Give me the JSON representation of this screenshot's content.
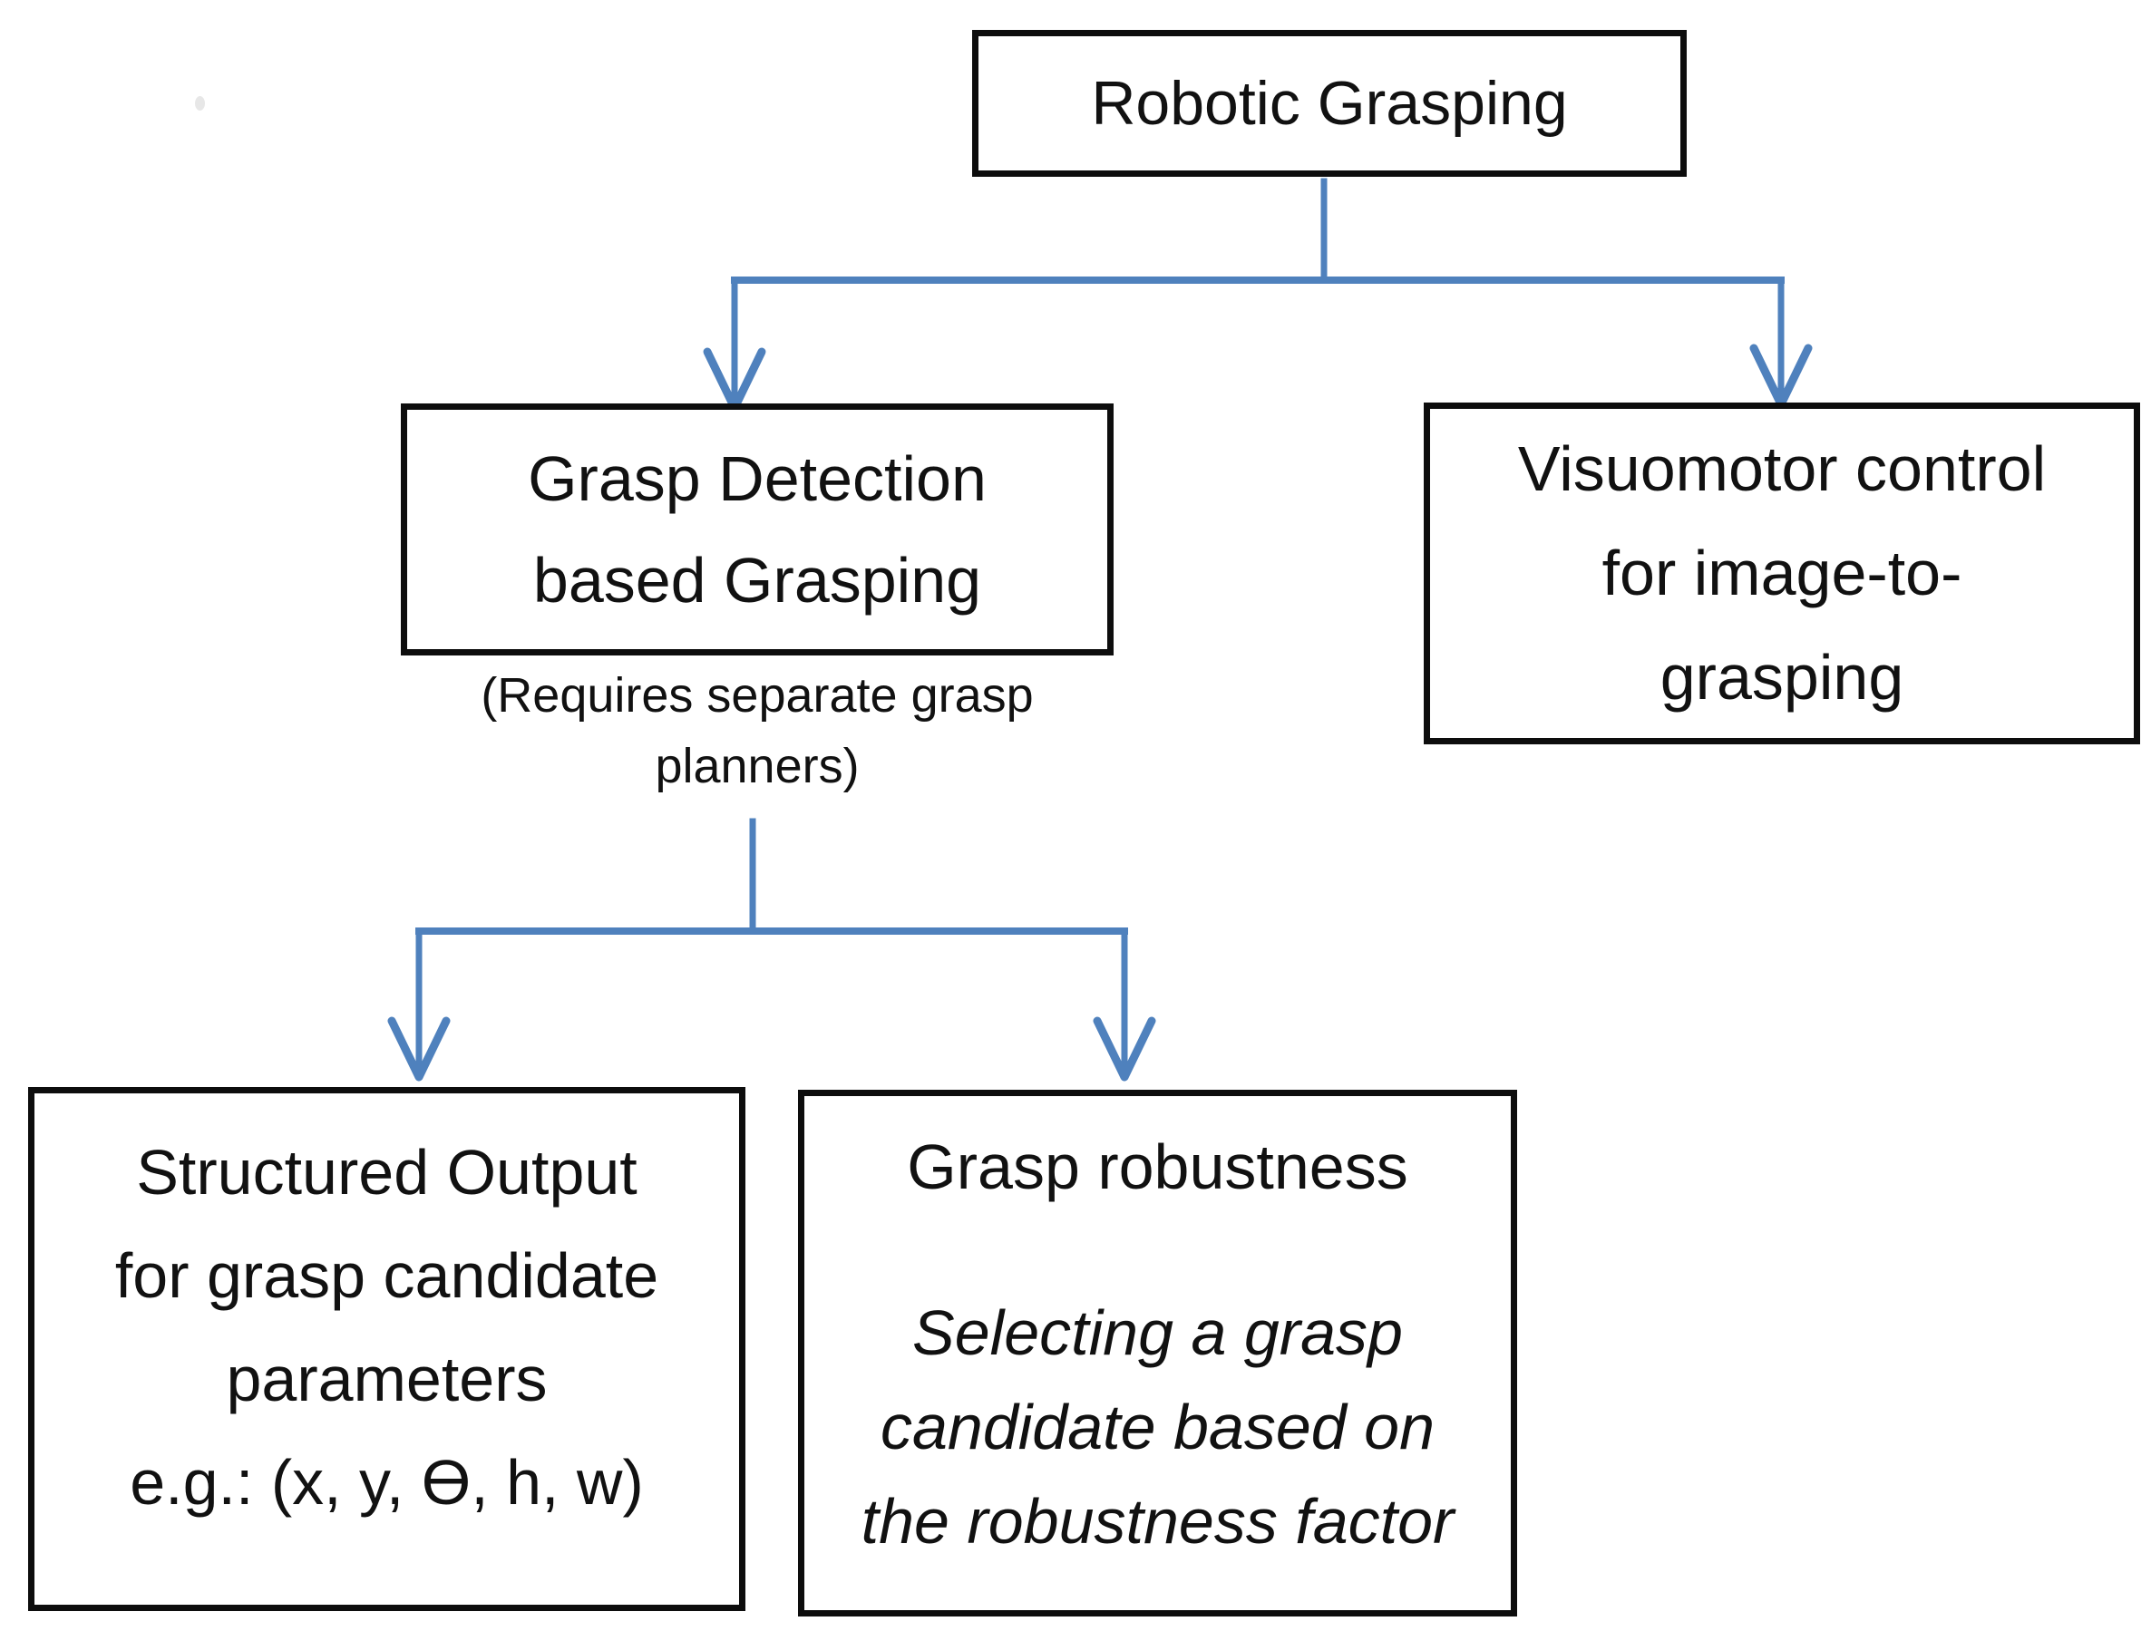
{
  "colors": {
    "connector": "#4F81BD",
    "border": "#0D0D0D",
    "text": "#111111",
    "background": "#FFFFFF"
  },
  "nodes": {
    "root": {
      "label": "Robotic Grasping"
    },
    "grasp_detection": {
      "lines": [
        "Grasp Detection",
        "based Grasping"
      ],
      "caption_lines": [
        "(Requires separate grasp",
        "planners)"
      ]
    },
    "visuomotor": {
      "lines": [
        "Visuomotor control",
        "for image-to-",
        "grasping"
      ]
    },
    "structured_output": {
      "lines": [
        "Structured Output",
        "for grasp candidate",
        "parameters",
        "e.g.: (x, y, Ɵ, h, w)"
      ]
    },
    "grasp_robustness": {
      "title": "Grasp robustness",
      "detail_lines": [
        "Selecting a grasp",
        "candidate based on",
        "the robustness factor"
      ]
    }
  }
}
